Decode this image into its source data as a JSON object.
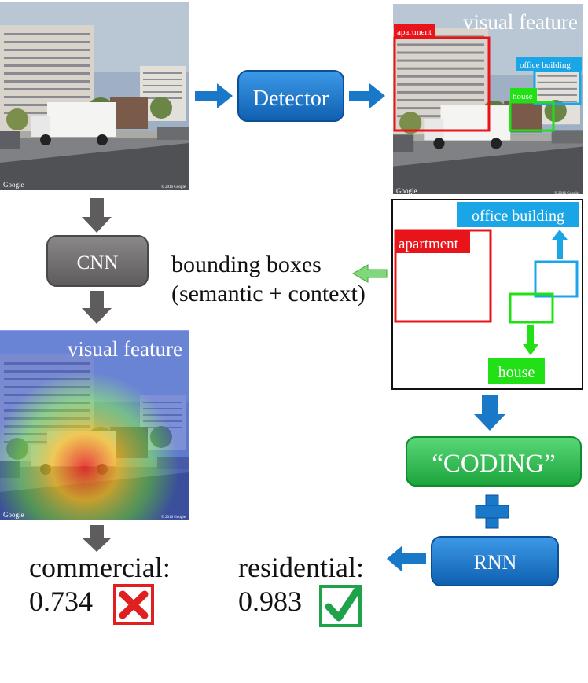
{
  "pipeline": {
    "detector_label": "Detector",
    "cnn_label": "CNN",
    "coding_label": "“CODING”",
    "rnn_label": "RNN"
  },
  "detected_image": {
    "title": "visual feature",
    "tags": {
      "apartment": "apartment",
      "office": "office building",
      "house": "house"
    },
    "watermark_left": "Google",
    "watermark_right": "© 2016 Google"
  },
  "boxes_panel": {
    "apartment": "apartment",
    "office": "office building",
    "house": "house"
  },
  "boxes_caption": {
    "line1": "bounding boxes",
    "line2": "(semantic + context)"
  },
  "heatmap_image": {
    "title": "visual feature",
    "watermark_left": "Google",
    "watermark_right": "© 2016 Google"
  },
  "street_image": {
    "watermark_left": "Google",
    "watermark_right": "© 2016 Google"
  },
  "results": {
    "commercial": {
      "label": "commercial:",
      "score": "0.734",
      "verdict": "wrong"
    },
    "residential": {
      "label": "residential:",
      "score": "0.983",
      "verdict": "correct"
    }
  },
  "colors": {
    "blue_box": "#1a78c8",
    "gray_box": "#6f6e6e",
    "green_box": "#2ec04a",
    "apartment": "#e8141a",
    "office": "#1aa6e6",
    "house": "#22e016",
    "check": "#1fa24a",
    "cross": "#e02020"
  }
}
